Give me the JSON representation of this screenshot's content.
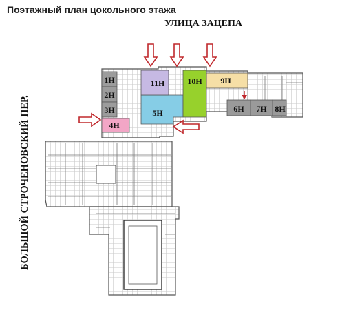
{
  "title": "Поэтажный план цокольного этажа",
  "street_label": "УЛИЦА ЗАЦЕПА",
  "side_street_label": "БОЛЬШОЙ СТРОЧЕНОВСКИЙ ПЕР.",
  "rooms": [
    {
      "id": "1H",
      "label": "1Н",
      "color": "#9c9c9c"
    },
    {
      "id": "2H",
      "label": "2Н",
      "color": "#9c9c9c"
    },
    {
      "id": "3H",
      "label": "3Н",
      "color": "#9c9c9c"
    },
    {
      "id": "4H",
      "label": "4Н",
      "color": "#f2a6c6"
    },
    {
      "id": "5H",
      "label": "5Н",
      "color": "#86cde6"
    },
    {
      "id": "6H",
      "label": "6Н",
      "color": "#9a9a9a"
    },
    {
      "id": "7H",
      "label": "7Н",
      "color": "#9a9a9a"
    },
    {
      "id": "8H",
      "label": "8Н",
      "color": "#9a9a9a"
    },
    {
      "id": "9H",
      "label": "9Н",
      "color": "#f6dfa6"
    },
    {
      "id": "10H",
      "label": "10Н",
      "color": "#97d12c"
    },
    {
      "id": "11H",
      "label": "11Н",
      "color": "#c6b9e3"
    }
  ],
  "arrow_color": "#c0282c"
}
